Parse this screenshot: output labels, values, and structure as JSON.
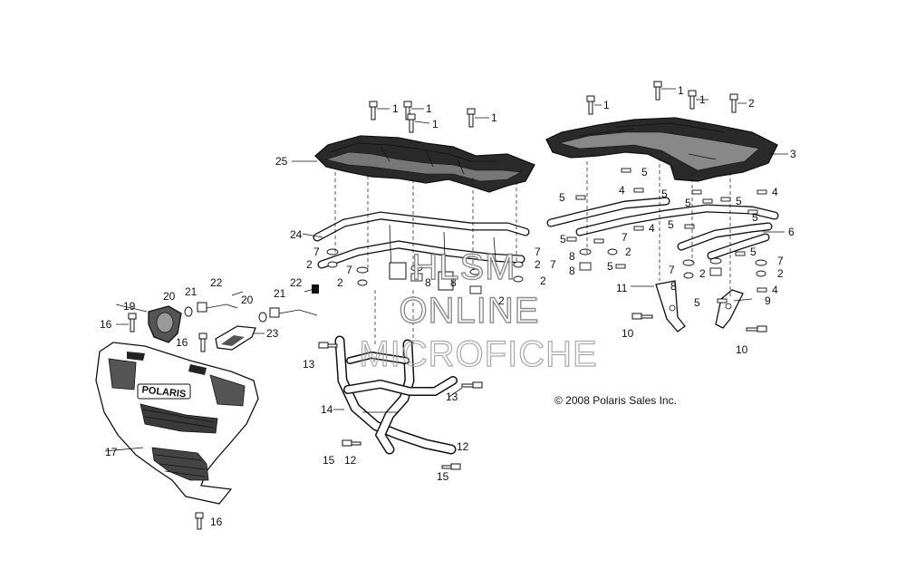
{
  "copyright": "© 2008 Polaris Sales Inc.",
  "watermark": {
    "line1": "HLSM",
    "line2": "ONLINE",
    "line3": "MICROFICHE"
  },
  "grille_badge": "POLARIS",
  "callouts": [
    {
      "id": "c1a",
      "text": "1"
    },
    {
      "id": "c1b",
      "text": "1"
    },
    {
      "id": "c1c",
      "text": "1"
    },
    {
      "id": "c1d",
      "text": "1"
    },
    {
      "id": "c1e",
      "text": "1"
    },
    {
      "id": "c1f",
      "text": "1"
    },
    {
      "id": "c1g",
      "text": "1"
    },
    {
      "id": "c2a",
      "text": "2"
    },
    {
      "id": "c2b",
      "text": "2"
    },
    {
      "id": "c3",
      "text": "3"
    },
    {
      "id": "c25",
      "text": "25"
    },
    {
      "id": "c24",
      "text": "24"
    },
    {
      "id": "c7a",
      "text": "7"
    },
    {
      "id": "c2c",
      "text": "2"
    },
    {
      "id": "c7b",
      "text": "7"
    },
    {
      "id": "c2d",
      "text": "2"
    },
    {
      "id": "c8a",
      "text": "8"
    },
    {
      "id": "c8b",
      "text": "8"
    },
    {
      "id": "c7c",
      "text": "7"
    },
    {
      "id": "c2e",
      "text": "2"
    },
    {
      "id": "c2f",
      "text": "2"
    },
    {
      "id": "c7d",
      "text": "7"
    },
    {
      "id": "c2g",
      "text": "2"
    },
    {
      "id": "c8c",
      "text": "8"
    },
    {
      "id": "c8d",
      "text": "8"
    },
    {
      "id": "c5a",
      "text": "5"
    },
    {
      "id": "c4a",
      "text": "4"
    },
    {
      "id": "c5b",
      "text": "5"
    },
    {
      "id": "c5c",
      "text": "5"
    },
    {
      "id": "c5d",
      "text": "5"
    },
    {
      "id": "c5e",
      "text": "5"
    },
    {
      "id": "c5f",
      "text": "5"
    },
    {
      "id": "c4b",
      "text": "4"
    },
    {
      "id": "c4c",
      "text": "4"
    },
    {
      "id": "c5g",
      "text": "5"
    },
    {
      "id": "c5h",
      "text": "5"
    },
    {
      "id": "c6",
      "text": "6"
    },
    {
      "id": "c7e",
      "text": "7"
    },
    {
      "id": "c2h",
      "text": "2"
    },
    {
      "id": "c5i",
      "text": "5"
    },
    {
      "id": "c8e",
      "text": "8"
    },
    {
      "id": "c5j",
      "text": "5"
    },
    {
      "id": "c7f",
      "text": "7"
    },
    {
      "id": "c2i",
      "text": "2"
    },
    {
      "id": "c7g",
      "text": "7"
    },
    {
      "id": "c2j",
      "text": "2"
    },
    {
      "id": "c8f",
      "text": "8"
    },
    {
      "id": "c4d",
      "text": "4"
    },
    {
      "id": "c11",
      "text": "11"
    },
    {
      "id": "c5k",
      "text": "5"
    },
    {
      "id": "c9",
      "text": "9"
    },
    {
      "id": "c10a",
      "text": "10"
    },
    {
      "id": "c10b",
      "text": "10"
    },
    {
      "id": "c22a",
      "text": "22"
    },
    {
      "id": "c22b",
      "text": "22"
    },
    {
      "id": "c19",
      "text": "19"
    },
    {
      "id": "c20a",
      "text": "20"
    },
    {
      "id": "c21a",
      "text": "21"
    },
    {
      "id": "c20b",
      "text": "20"
    },
    {
      "id": "c21b",
      "text": "21"
    },
    {
      "id": "c16a",
      "text": "16"
    },
    {
      "id": "c16b",
      "text": "16"
    },
    {
      "id": "c23",
      "text": "23"
    },
    {
      "id": "c13a",
      "text": "13"
    },
    {
      "id": "c13b",
      "text": "13"
    },
    {
      "id": "c14",
      "text": "14"
    },
    {
      "id": "c17",
      "text": "17"
    },
    {
      "id": "c15a",
      "text": "15"
    },
    {
      "id": "c12a",
      "text": "12"
    },
    {
      "id": "c12b",
      "text": "12"
    },
    {
      "id": "c15b",
      "text": "15"
    },
    {
      "id": "c16c",
      "text": "16"
    }
  ]
}
